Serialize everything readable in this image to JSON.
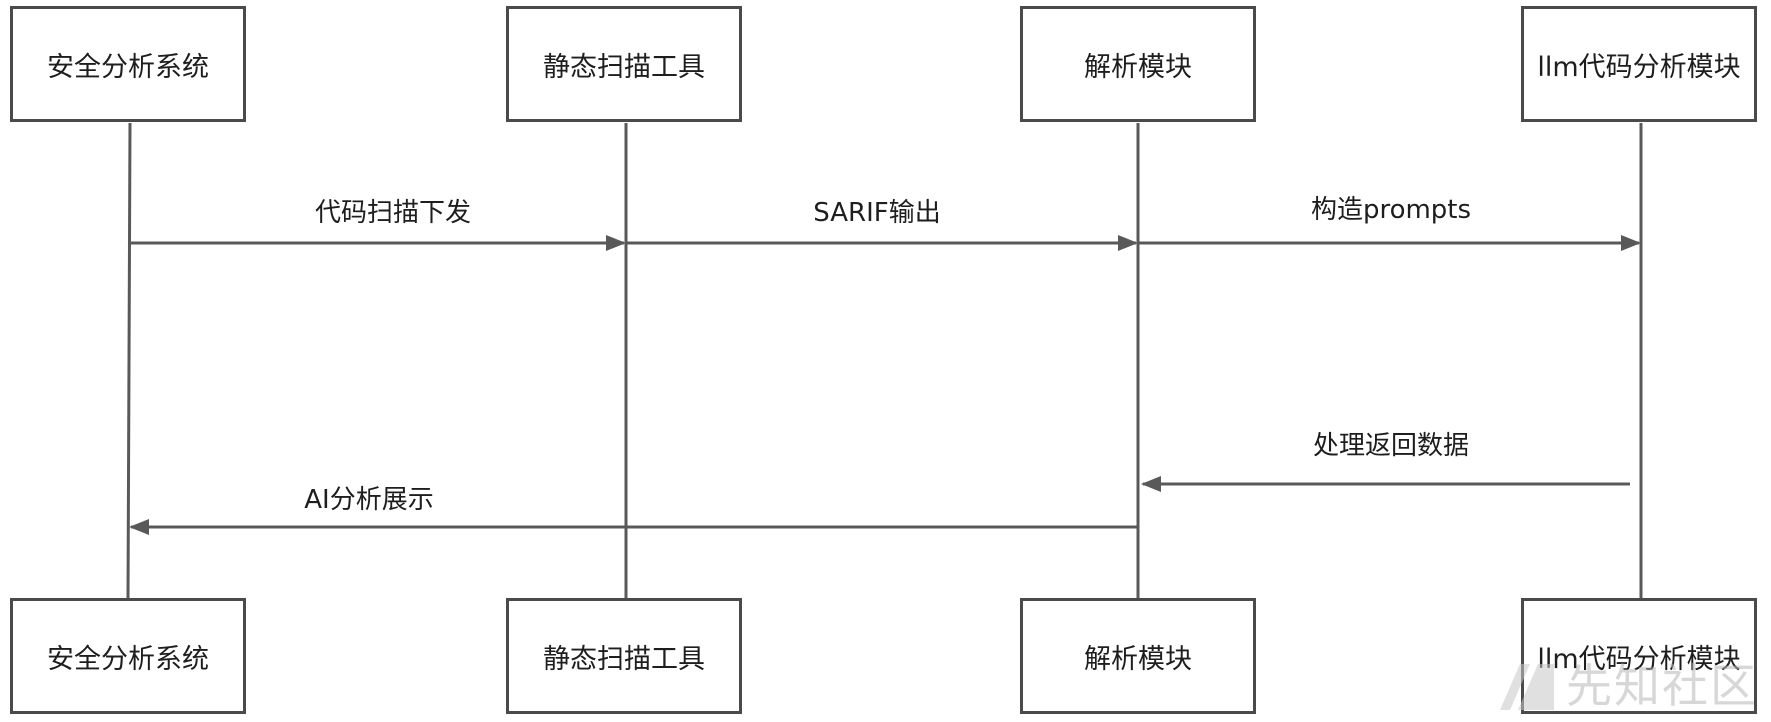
{
  "diagram": {
    "actors_top": [
      {
        "label": "安全分析系统"
      },
      {
        "label": "静态扫描工具"
      },
      {
        "label": "解析模块"
      },
      {
        "label": "llm代码分析模块"
      }
    ],
    "actors_bottom": [
      {
        "label": "安全分析系统"
      },
      {
        "label": "静态扫描工具"
      },
      {
        "label": "解析模块"
      },
      {
        "label": "llm代码分析模块"
      }
    ],
    "messages": [
      {
        "label": "代码扫描下发"
      },
      {
        "label": "SARIF输出"
      },
      {
        "label": "构造prompts"
      },
      {
        "label": "处理返回数据"
      },
      {
        "label": "AI分析展示"
      }
    ]
  },
  "watermark": {
    "text": "先知社区"
  },
  "colors": {
    "line": "#595959",
    "box_border": "#4a4a4a",
    "text": "#1e1e1e"
  }
}
